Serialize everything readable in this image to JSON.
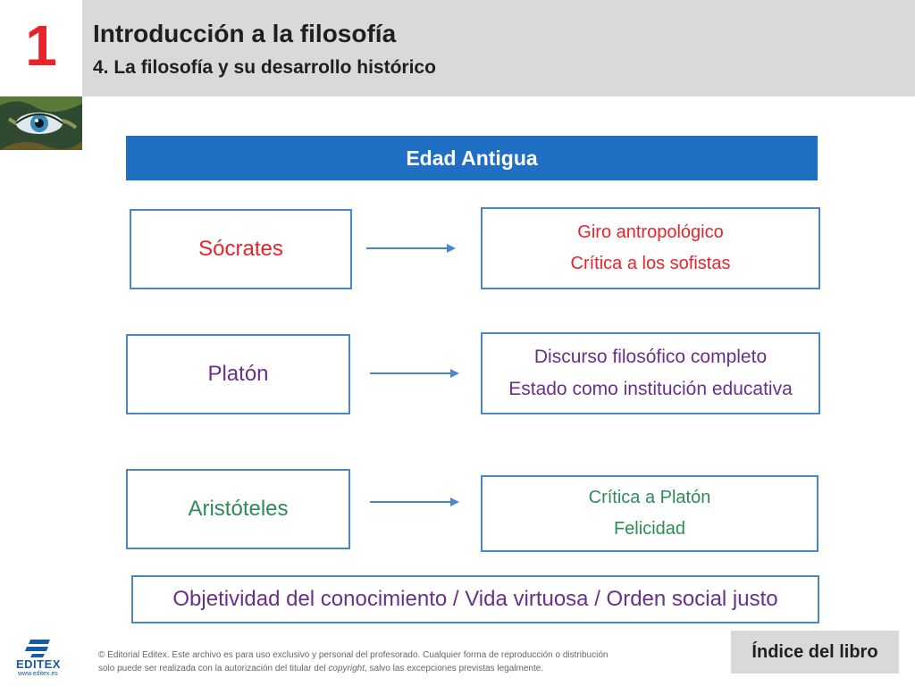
{
  "header": {
    "chapter_number": "1",
    "title": "Introducción a la filosofía",
    "subtitle": "4. La filosofía y su desarrollo histórico"
  },
  "era": {
    "label": "Edad Antigua"
  },
  "philosophers": [
    {
      "name": "Sócrates",
      "color": "#e8232a",
      "ideas": [
        "Giro antropológico",
        "Crítica a los sofistas"
      ],
      "ideas_color": "#e8232a"
    },
    {
      "name": "Platón",
      "color": "#6a2f8a",
      "ideas": [
        "Discurso filosófico completo",
        "Estado como institución educativa"
      ],
      "ideas_color": "#6a2f8a"
    },
    {
      "name": "Aristóteles",
      "color": "#2e8b57",
      "ideas": [
        "Crítica a Platón",
        "Felicidad"
      ],
      "ideas_color": "#2e8b57"
    }
  ],
  "summary": "Objetividad del conocimiento / Vida virtuosa / Orden social justo",
  "footer": {
    "logo_text": "EDITEX",
    "logo_url": "www.editex.es",
    "copyright_line1": "© Editorial Editex. Este archivo es para uso exclusivo y personal del profesorado. Cualquier forma de reproducción o distribución",
    "copyright_line2_pre": "solo puede ser realizada con la autorización del titular del ",
    "copyright_line2_em": "copyright",
    "copyright_line2_post": ", salvo las excepciones previstas legalmente.",
    "index_button": "Índice del libro"
  },
  "icons": {
    "chapter_image": "eye-earth-image",
    "logo": "editex-logo-icon",
    "arrow": "right-arrow-icon"
  }
}
